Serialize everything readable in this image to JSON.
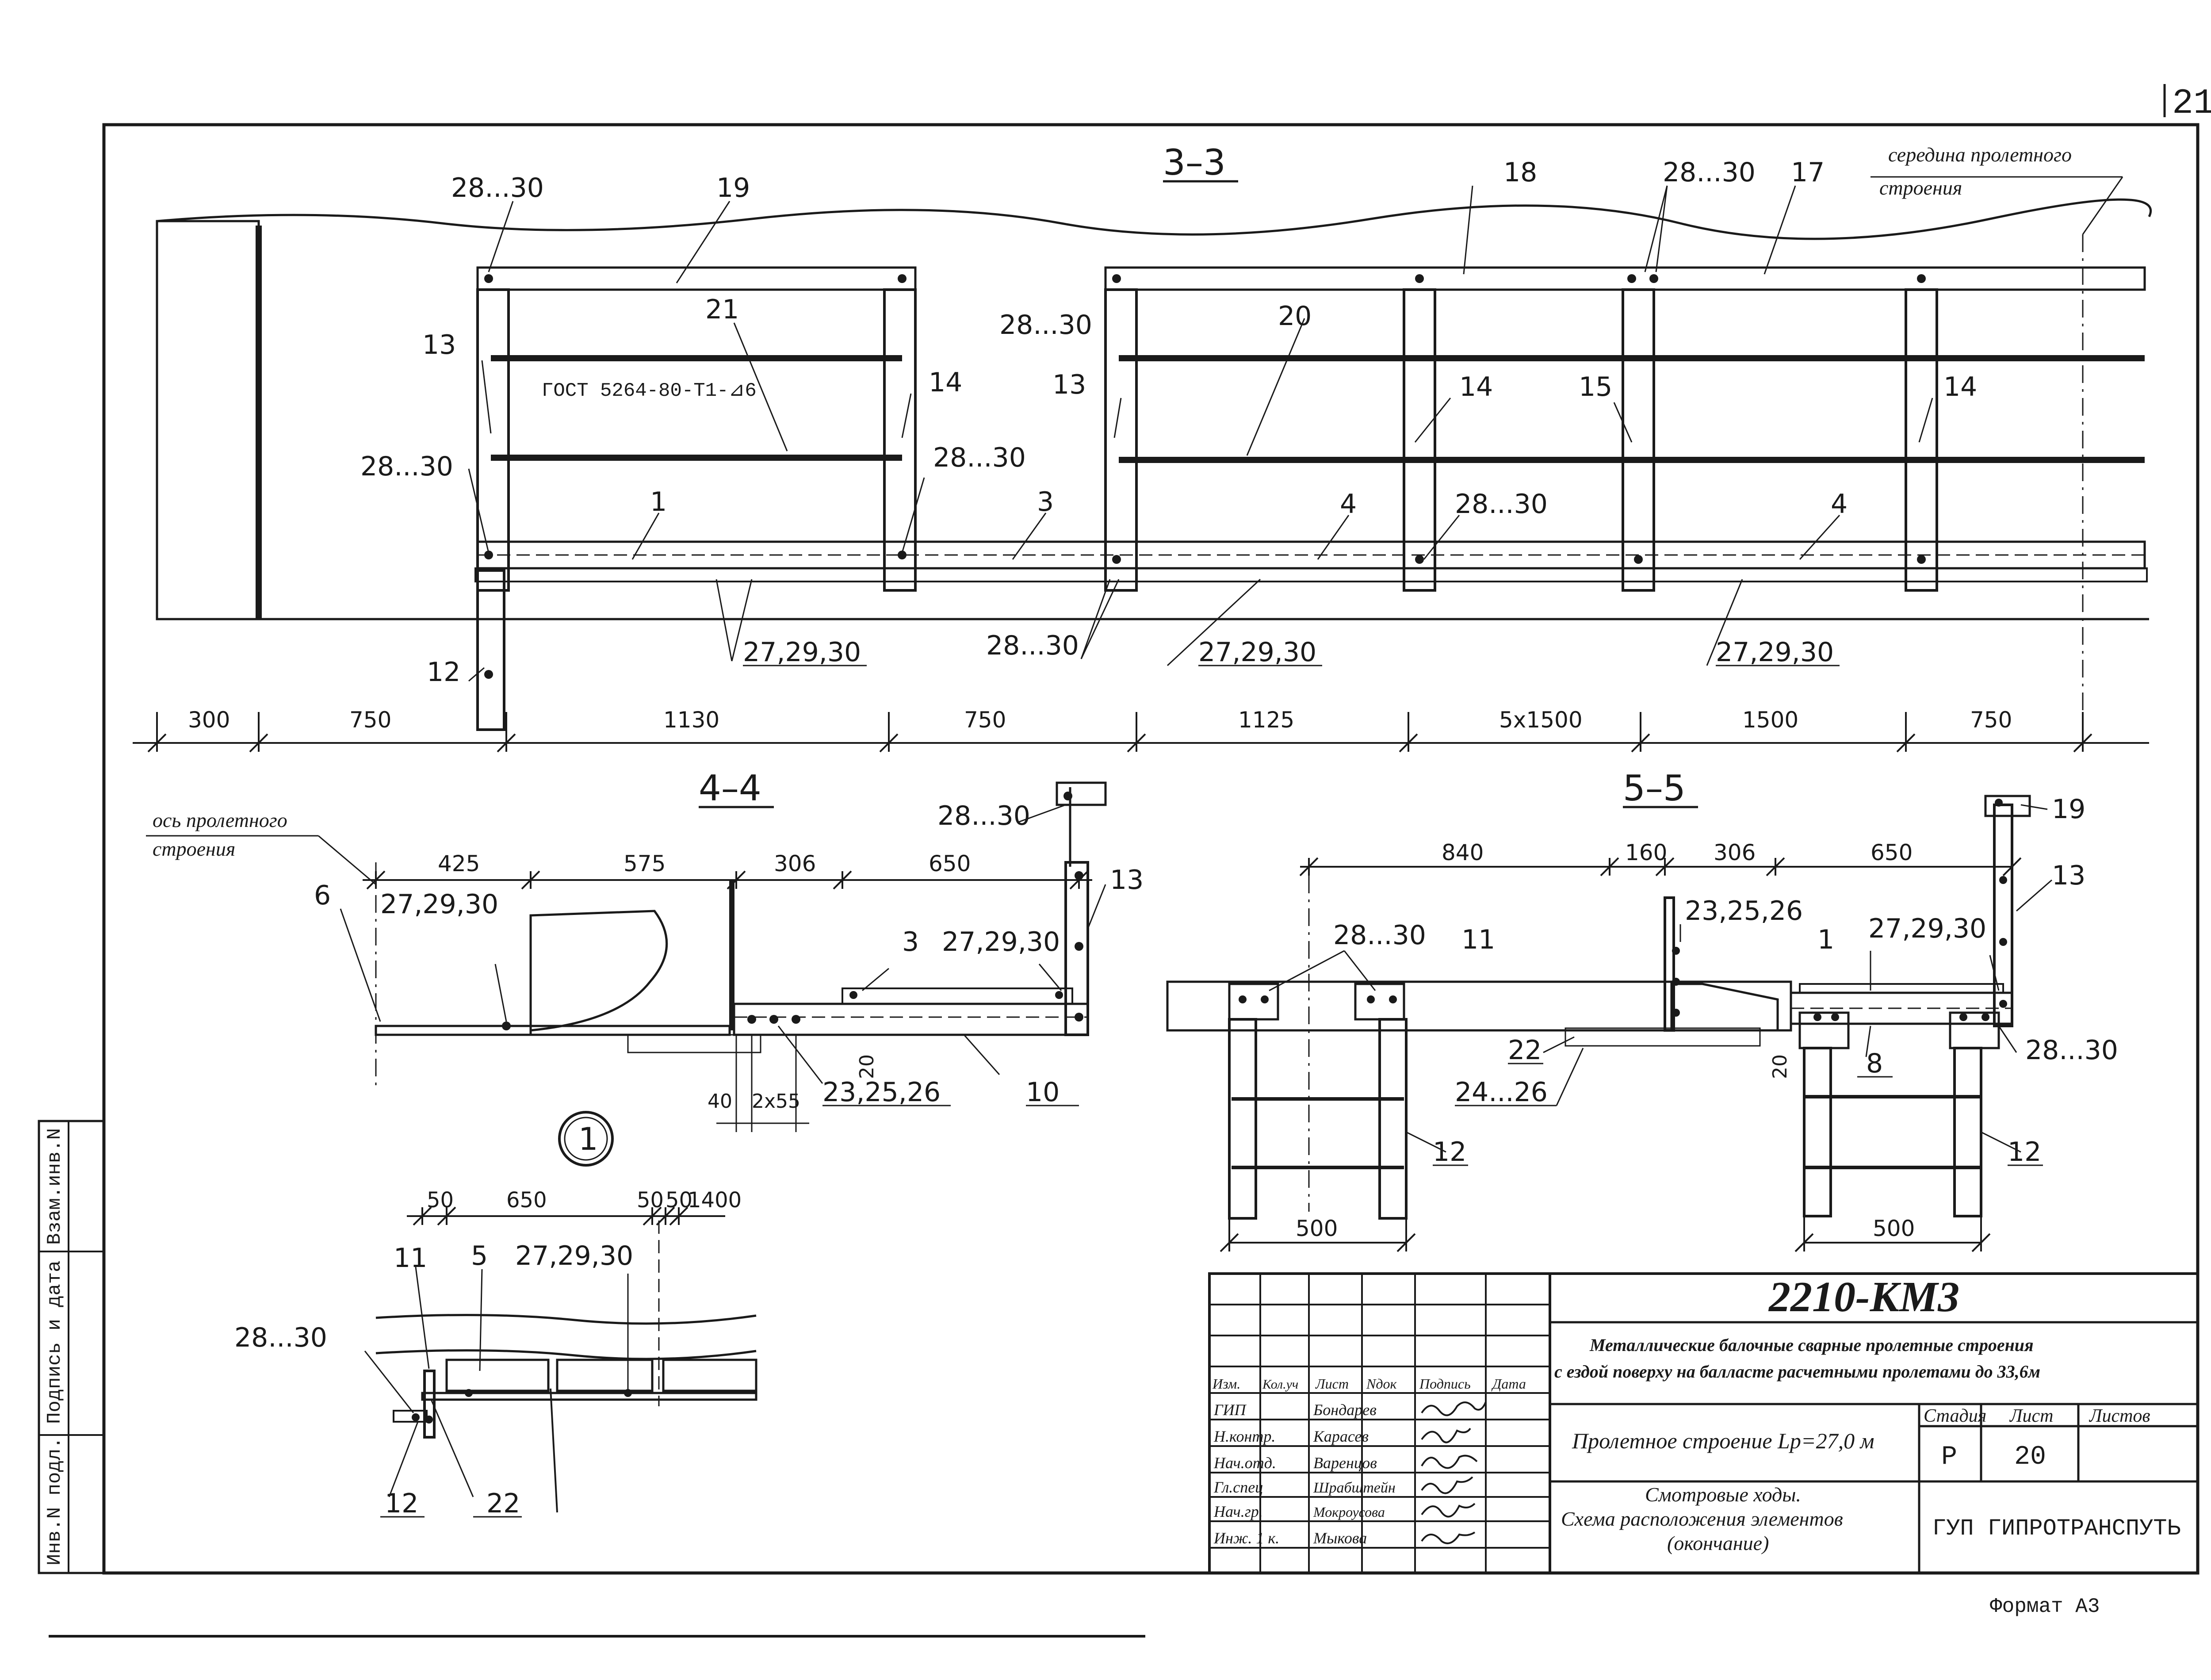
{
  "page_number": "21",
  "format_label": "Формат А3",
  "side_stamp": {
    "col1": "Инв.N подл.",
    "col2": "Подпись и дата",
    "col3": "Взам.инв.N"
  },
  "view33": {
    "title": "3–3",
    "note_line1": "середина пролетного",
    "note_line2": "строения",
    "labels": [
      "28...30",
      "19",
      "18",
      "28...30",
      "17",
      "21",
      "28...30",
      "20",
      "13",
      "ГОСТ 5264-80-Т1-⊿6",
      "14",
      "13",
      "14",
      "15",
      "14",
      "28...30",
      "28...30",
      "1",
      "3",
      "4",
      "28...30",
      "4",
      "12",
      "27,29,30",
      "28...30",
      "27,29,30",
      "27,29,30"
    ],
    "dims": [
      "300",
      "750",
      "1130",
      "750",
      "1125",
      "5x1500",
      "1500",
      "750"
    ]
  },
  "view44": {
    "title": "4–4",
    "note_line1": "ось пролетного",
    "note_line2": "строения",
    "dims": [
      "425",
      "575",
      "306",
      "650"
    ],
    "labels": [
      "28...30",
      "6",
      "27,29,30",
      "13",
      "3",
      "27,29,30",
      "20",
      "23,25,26",
      "10"
    ],
    "bottom_dims": [
      "40",
      "2x55"
    ]
  },
  "view55": {
    "title": "5–5",
    "dims": [
      "840",
      "160",
      "306",
      "650"
    ],
    "labels": [
      "19",
      "13",
      "23,25,26",
      "28...30",
      "11",
      "27,29,30",
      "1",
      "22",
      "8",
      "28...30",
      "20",
      "24...26",
      "12",
      "12"
    ],
    "bottom_dims": [
      "500",
      "500"
    ]
  },
  "detail1": {
    "marker": "1",
    "dims": [
      "50",
      "650",
      "50",
      "50",
      "1400"
    ],
    "labels": [
      "11",
      "5",
      "27,29,30",
      "28...30",
      "12",
      "22"
    ]
  },
  "title_block": {
    "code": "2210-КМ3",
    "desc_line1": "Металлические балочные сварные пролетные строения",
    "desc_line2": "с ездой поверху на балласте расчетными пролетами до 33,6м",
    "object": "Пролетное строение Lp=27,0 м",
    "sheet_title_line1": "Смотровые ходы.",
    "sheet_title_line2": "Схема расположения элементов",
    "sheet_title_line3": "(окончание)",
    "org": "ГУП ГИПРОТРАНСПУТЬ",
    "stage_header": "Стадия",
    "sheet_header": "Лист",
    "sheets_header": "Листов",
    "stage": "Р",
    "sheet": "20",
    "head_cols": [
      "Изм.",
      "Кол.уч",
      "Лист",
      "Nдок",
      "Подпись",
      "Дата"
    ],
    "roles": [
      {
        "role": "ГИП",
        "name": "Бондарев"
      },
      {
        "role": "Н.контр.",
        "name": "Карасев"
      },
      {
        "role": "Нач.отд.",
        "name": "Варенцов"
      },
      {
        "role": "Гл.спец",
        "name": "Шрабштейн"
      },
      {
        "role": "Нач.гр.",
        "name": "Мокроусова"
      },
      {
        "role": "Инж. 1 к.",
        "name": "Мыкова"
      }
    ]
  }
}
